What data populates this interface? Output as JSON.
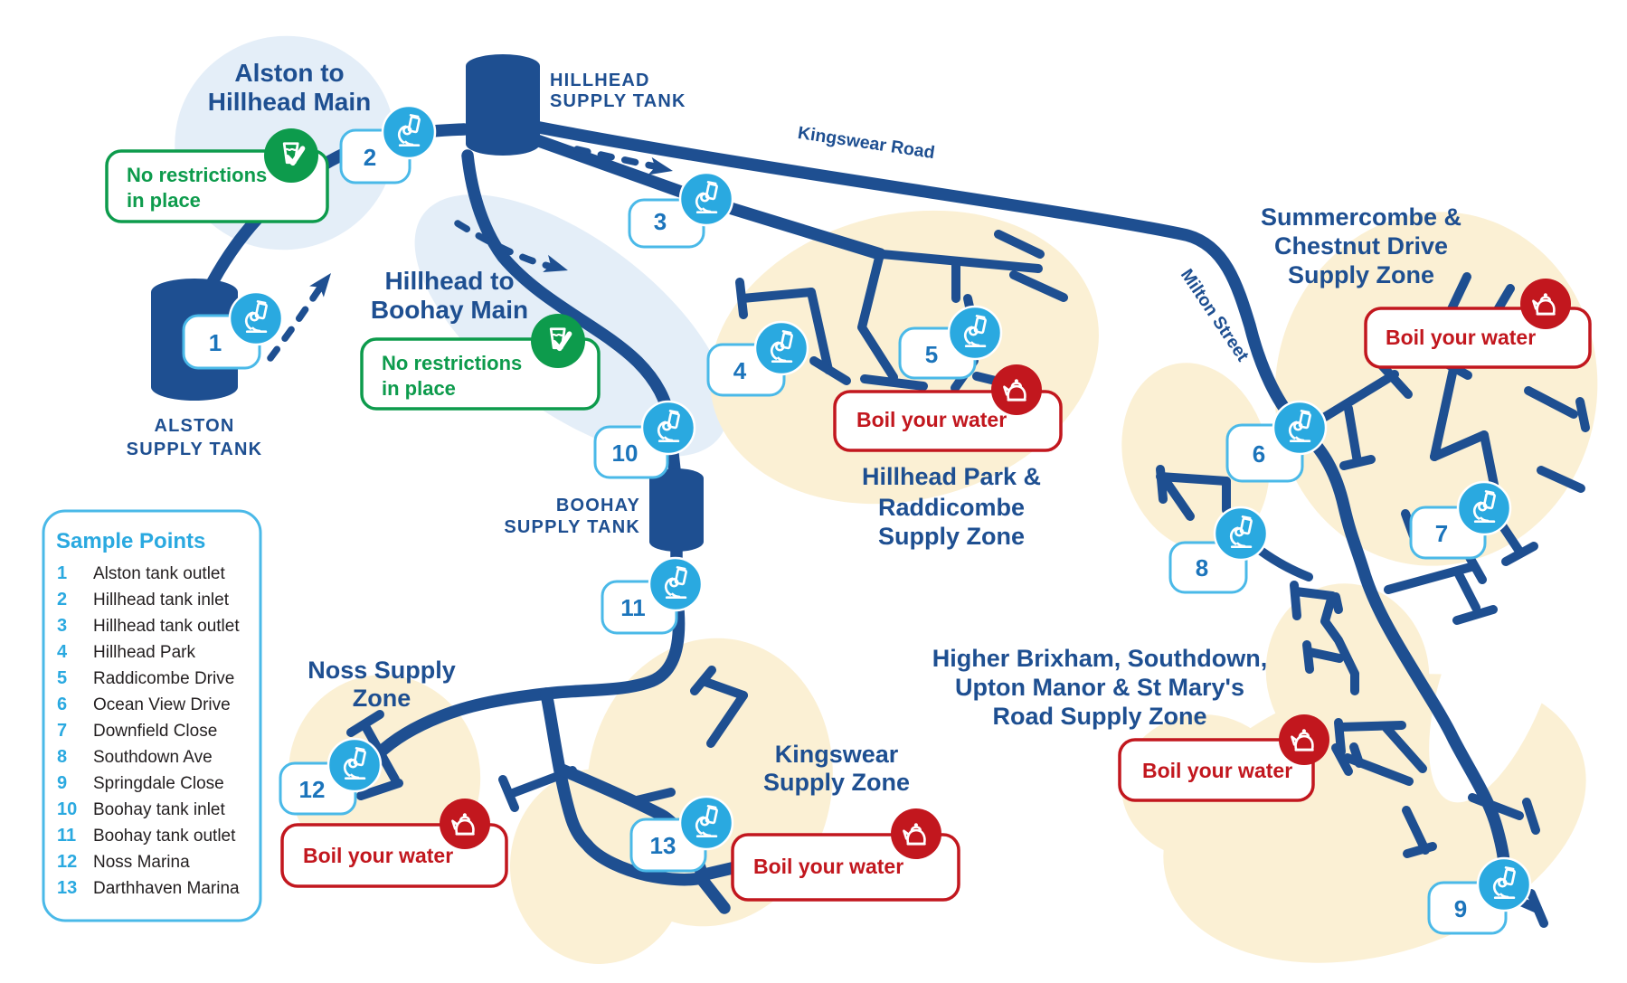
{
  "legend": {
    "title": "Sample Points",
    "items": [
      {
        "num": "1",
        "label": "Alston tank outlet"
      },
      {
        "num": "2",
        "label": "Hillhead tank inlet"
      },
      {
        "num": "3",
        "label": "Hillhead tank outlet"
      },
      {
        "num": "4",
        "label": "Hillhead Park"
      },
      {
        "num": "5",
        "label": "Raddicombe Drive"
      },
      {
        "num": "6",
        "label": "Ocean View  Drive"
      },
      {
        "num": "7",
        "label": "Downfield Close"
      },
      {
        "num": "8",
        "label": "Southdown Ave"
      },
      {
        "num": "9",
        "label": "Springdale Close"
      },
      {
        "num": "10",
        "label": "Boohay tank inlet"
      },
      {
        "num": "11",
        "label": "Boohay tank outlet"
      },
      {
        "num": "12",
        "label": "Noss Marina"
      },
      {
        "num": "13",
        "label": "Darthhaven Marina"
      }
    ]
  },
  "tanks": [
    {
      "name_lines": [
        "HILLHEAD",
        "SUPPLY TANK"
      ]
    },
    {
      "name_lines": [
        "ALSTON",
        "SUPPLY TANK"
      ]
    },
    {
      "name_lines": [
        "BOOHAY",
        "SUPPLY TANK"
      ]
    }
  ],
  "mains": [
    {
      "label_lines": [
        "Alston to",
        "Hillhead Main"
      ],
      "status_lines": [
        "No restrictions",
        "in place"
      ]
    },
    {
      "label_lines": [
        "Hillhead to",
        "Boohay Main"
      ],
      "status_lines": [
        "No restrictions",
        "in place"
      ]
    }
  ],
  "roads": [
    "Kingswear Road",
    "Milton Street"
  ],
  "zones": [
    {
      "name_lines": [
        "Hillhead Park &",
        "Raddicombe",
        "Supply Zone"
      ],
      "alert": "Boil your water"
    },
    {
      "name_lines": [
        "Summercombe &",
        "Chestnut Drive",
        "Supply Zone"
      ],
      "alert": "Boil your water"
    },
    {
      "name_lines": [
        "Higher Brixham, Southdown,",
        "Upton Manor & St Mary's",
        "Road Supply Zone"
      ],
      "alert": "Boil your water"
    },
    {
      "name_lines": [
        "Kingswear",
        "Supply Zone"
      ],
      "alert": "Boil your water"
    },
    {
      "name_lines": [
        "Noss Supply",
        "Zone"
      ],
      "alert": "Boil your water"
    }
  ],
  "points": [
    {
      "number": "1"
    },
    {
      "number": "2"
    },
    {
      "number": "3"
    },
    {
      "number": "4"
    },
    {
      "number": "5"
    },
    {
      "number": "6"
    },
    {
      "number": "7"
    },
    {
      "number": "8"
    },
    {
      "number": "9"
    },
    {
      "number": "10"
    },
    {
      "number": "11"
    },
    {
      "number": "12"
    },
    {
      "number": "13"
    }
  ],
  "colors": {
    "navy": "#1e4f91",
    "marker_blue": "#2aa9e0",
    "marker_border_blue": "#4ab9e8",
    "number_blue": "#1b74bb",
    "green": "#0d9b4c",
    "red": "#c2171e",
    "zone_cream": "#fbf0d4",
    "pale_blue": "#e4eef8",
    "text_ink": "#231f20"
  }
}
